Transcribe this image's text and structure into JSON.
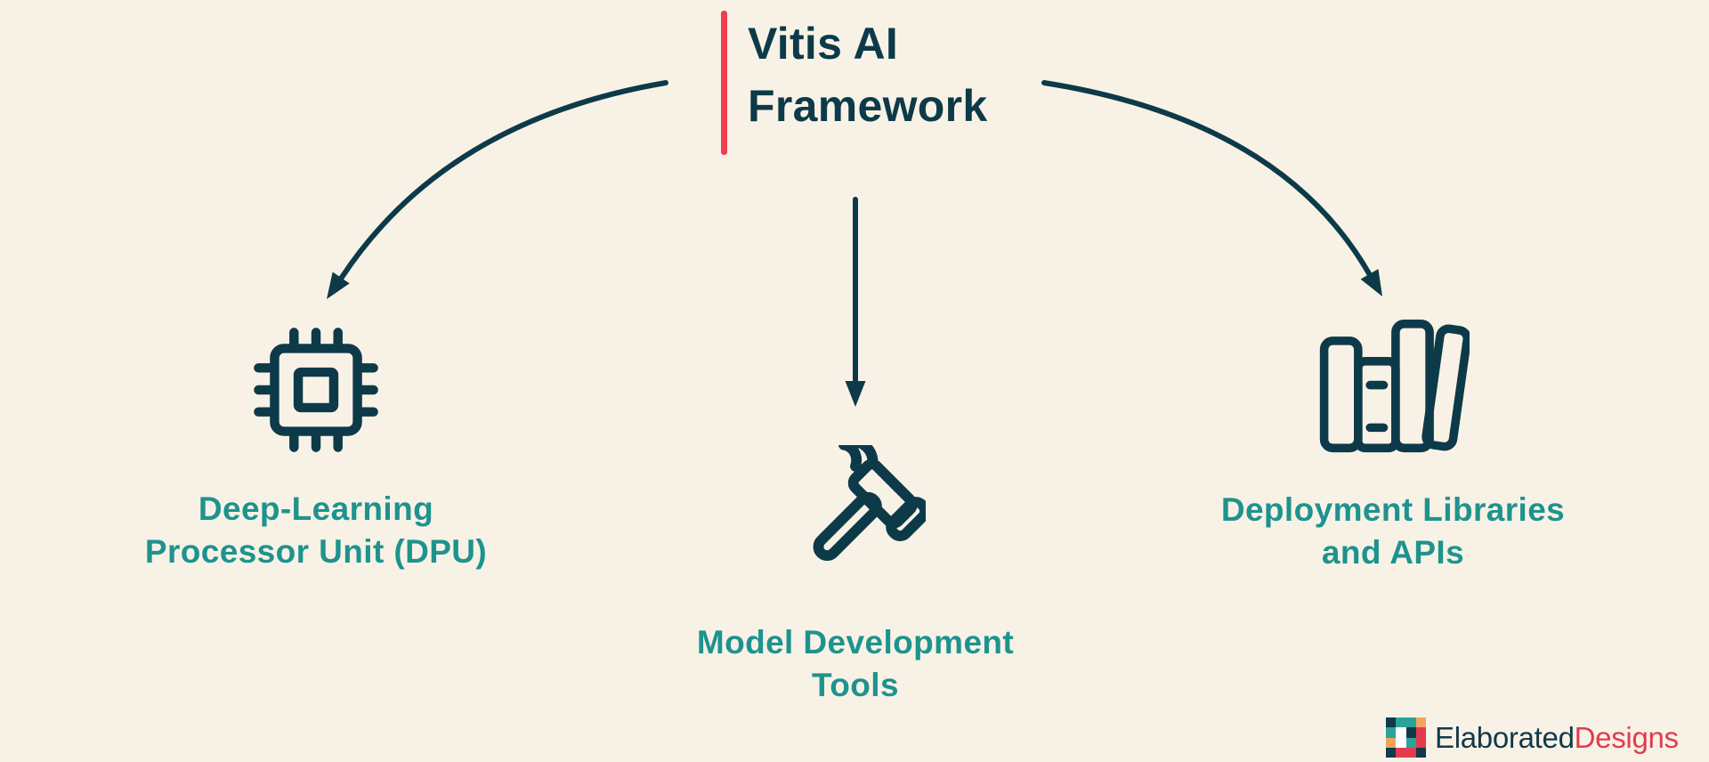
{
  "diagram": {
    "title": {
      "line1": "Vitis AI",
      "line2": "Framework"
    },
    "nodes": [
      {
        "id": "dpu",
        "icon": "chip-icon",
        "label_line1": "Deep-Learning",
        "label_line2": "Processor Unit (DPU)"
      },
      {
        "id": "tools",
        "icon": "hammer-icon",
        "label_line1": "Model Development",
        "label_line2": "Tools"
      },
      {
        "id": "deploy",
        "icon": "books-icon",
        "label_line1": "Deployment Libraries",
        "label_line2": "and APIs"
      }
    ]
  },
  "logo": {
    "icon": "mosaic-logo-icon",
    "text_primary": "Elaborated",
    "text_secondary": "Designs",
    "mosaic_colors": [
      "#12394A",
      "#2BA39B",
      "#2BA39B",
      "#F2A45C",
      "#2BA39B",
      "#FFFFFF",
      "#12394A",
      "#E23B4E",
      "#F2A45C",
      "#FFFFFF",
      "#2BA39B",
      "#E23B4E",
      "#12394A",
      "#E23B4E",
      "#E23B4E",
      "#12394A"
    ]
  },
  "colors": {
    "background": "#F8F2E6",
    "ink": "#0D3A49",
    "teal": "#1E938E",
    "red": "#EF3E4E",
    "logo-navy": "#12394A",
    "logo-red": "#E23B4E"
  }
}
